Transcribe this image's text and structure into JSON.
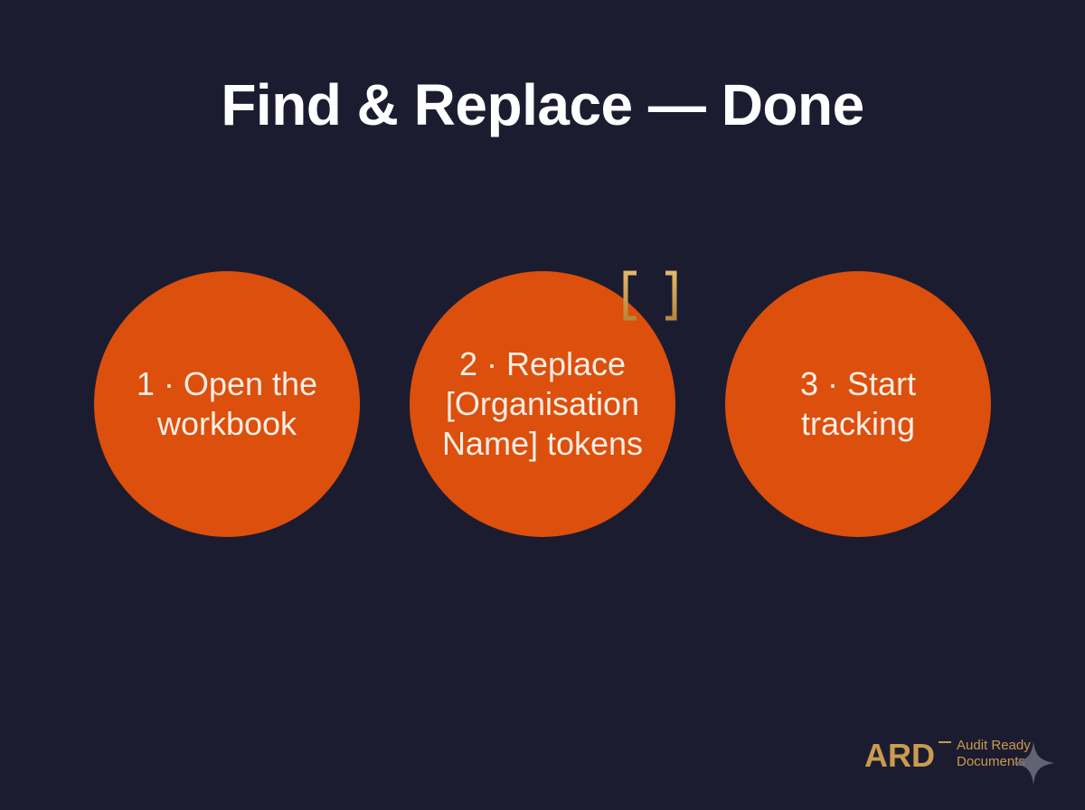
{
  "title": "Find & Replace — Done",
  "steps": [
    {
      "lines": [
        "1 · Open the",
        "workbook"
      ]
    },
    {
      "lines": [
        "2 · Replace",
        "[Organisation",
        "Name] tokens"
      ]
    },
    {
      "lines": [
        "3 · Start",
        "tracking"
      ]
    }
  ],
  "brand": {
    "mark": "ARD",
    "line1": "Audit Ready",
    "line2": "Documents"
  },
  "icons": {
    "bracket": "bracket-icon",
    "sparkle": "sparkle-icon"
  },
  "colors": {
    "background": "#1c1c31",
    "circle": "#dc4f0c",
    "gold": "#c99b4e",
    "title": "#ffffff"
  }
}
